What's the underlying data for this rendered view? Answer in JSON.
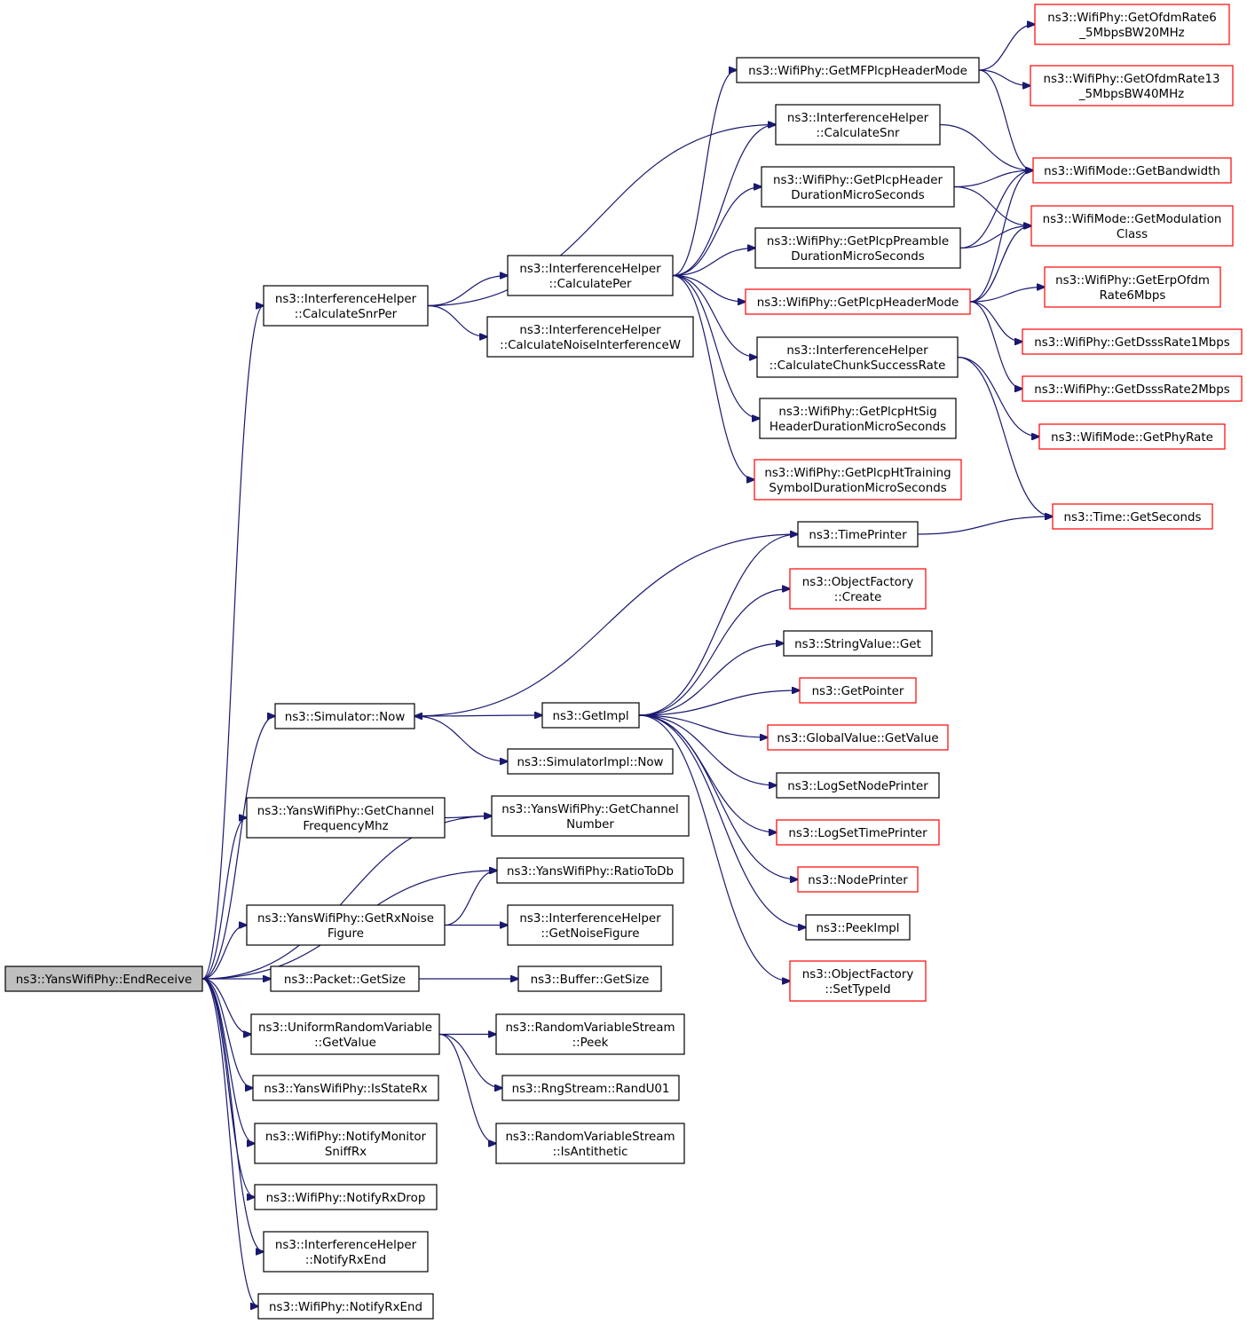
{
  "graph": {
    "title": "Call graph of ns3::YansWifiPhy::EndReceive",
    "colors": {
      "edge": "#191970",
      "node_border": "#000000",
      "truncated_node_border": "#ff0000",
      "root_fill": "#bfbfbf",
      "node_fill": "#ffffff"
    },
    "nodes": [
      {
        "id": "endReceive",
        "lines": [
          "ns3::YansWifiPhy::EndReceive"
        ],
        "style": "root"
      },
      {
        "id": "calcSnrPer",
        "lines": [
          "ns3::InterferenceHelper",
          "::CalculateSnrPer"
        ],
        "style": "normal"
      },
      {
        "id": "calcPer",
        "lines": [
          "ns3::InterferenceHelper",
          "::CalculatePer"
        ],
        "style": "normal"
      },
      {
        "id": "calcNoiseIntW",
        "lines": [
          "ns3::InterferenceHelper",
          "::CalculateNoiseInterferenceW"
        ],
        "style": "normal"
      },
      {
        "id": "getMFPlcp",
        "lines": [
          "ns3::WifiPhy::GetMFPlcpHeaderMode"
        ],
        "style": "normal"
      },
      {
        "id": "calcSnr",
        "lines": [
          "ns3::InterferenceHelper",
          "::CalculateSnr"
        ],
        "style": "normal"
      },
      {
        "id": "getPlcpHeaderDur",
        "lines": [
          "ns3::WifiPhy::GetPlcpHeader",
          "DurationMicroSeconds"
        ],
        "style": "normal"
      },
      {
        "id": "getPlcpPreambleDur",
        "lines": [
          "ns3::WifiPhy::GetPlcpPreamble",
          "DurationMicroSeconds"
        ],
        "style": "normal"
      },
      {
        "id": "getPlcpHeaderMode",
        "lines": [
          "ns3::WifiPhy::GetPlcpHeaderMode"
        ],
        "style": "truncated"
      },
      {
        "id": "calcChunk",
        "lines": [
          "ns3::InterferenceHelper",
          "::CalculateChunkSuccessRate"
        ],
        "style": "normal"
      },
      {
        "id": "getHtSig",
        "lines": [
          "ns3::WifiPhy::GetPlcpHtSig",
          "HeaderDurationMicroSeconds"
        ],
        "style": "normal"
      },
      {
        "id": "getHtTraining",
        "lines": [
          "ns3::WifiPhy::GetPlcpHtTraining",
          "SymbolDurationMicroSeconds"
        ],
        "style": "truncated"
      },
      {
        "id": "ofdm6_5",
        "lines": [
          "ns3::WifiPhy::GetOfdmRate6",
          "_5MbpsBW20MHz"
        ],
        "style": "truncated"
      },
      {
        "id": "ofdm13_5",
        "lines": [
          "ns3::WifiPhy::GetOfdmRate13",
          "_5MbpsBW40MHz"
        ],
        "style": "truncated"
      },
      {
        "id": "getBandwidth",
        "lines": [
          "ns3::WifiMode::GetBandwidth"
        ],
        "style": "truncated"
      },
      {
        "id": "getModClass",
        "lines": [
          "ns3::WifiMode::GetModulation",
          "Class"
        ],
        "style": "truncated"
      },
      {
        "id": "erpOfdm6",
        "lines": [
          "ns3::WifiPhy::GetErpOfdm",
          "Rate6Mbps"
        ],
        "style": "truncated"
      },
      {
        "id": "dsss1",
        "lines": [
          "ns3::WifiPhy::GetDsssRate1Mbps"
        ],
        "style": "truncated"
      },
      {
        "id": "dsss2",
        "lines": [
          "ns3::WifiPhy::GetDsssRate2Mbps"
        ],
        "style": "truncated"
      },
      {
        "id": "getPhyRate",
        "lines": [
          "ns3::WifiMode::GetPhyRate"
        ],
        "style": "truncated"
      },
      {
        "id": "timeGetSeconds",
        "lines": [
          "ns3::Time::GetSeconds"
        ],
        "style": "truncated"
      },
      {
        "id": "timePrinter",
        "lines": [
          "ns3::TimePrinter"
        ],
        "style": "normal"
      },
      {
        "id": "objFactoryCreate",
        "lines": [
          "ns3::ObjectFactory",
          "::Create"
        ],
        "style": "truncated"
      },
      {
        "id": "stringValueGet",
        "lines": [
          "ns3::StringValue::Get"
        ],
        "style": "normal"
      },
      {
        "id": "getPointer",
        "lines": [
          "ns3::GetPointer"
        ],
        "style": "truncated"
      },
      {
        "id": "simNow",
        "lines": [
          "ns3::Simulator::Now"
        ],
        "style": "normal"
      },
      {
        "id": "getImpl",
        "lines": [
          "ns3::GetImpl"
        ],
        "style": "normal"
      },
      {
        "id": "globalValueGet",
        "lines": [
          "ns3::GlobalValue::GetValue"
        ],
        "style": "truncated"
      },
      {
        "id": "simImplNow",
        "lines": [
          "ns3::SimulatorImpl::Now"
        ],
        "style": "normal"
      },
      {
        "id": "logSetNodePrinter",
        "lines": [
          "ns3::LogSetNodePrinter"
        ],
        "style": "normal"
      },
      {
        "id": "getChanFreq",
        "lines": [
          "ns3::YansWifiPhy::GetChannel",
          "FrequencyMhz"
        ],
        "style": "normal"
      },
      {
        "id": "getChanNum",
        "lines": [
          "ns3::YansWifiPhy::GetChannel",
          "Number"
        ],
        "style": "normal"
      },
      {
        "id": "logSetTimePrinter",
        "lines": [
          "ns3::LogSetTimePrinter"
        ],
        "style": "truncated"
      },
      {
        "id": "ratioToDb",
        "lines": [
          "ns3::YansWifiPhy::RatioToDb"
        ],
        "style": "normal"
      },
      {
        "id": "nodePrinter",
        "lines": [
          "ns3::NodePrinter"
        ],
        "style": "truncated"
      },
      {
        "id": "getRxNoise",
        "lines": [
          "ns3::YansWifiPhy::GetRxNoise",
          "Figure"
        ],
        "style": "normal"
      },
      {
        "id": "getNoiseFigure",
        "lines": [
          "ns3::InterferenceHelper",
          "::GetNoiseFigure"
        ],
        "style": "normal"
      },
      {
        "id": "peekImpl",
        "lines": [
          "ns3::PeekImpl"
        ],
        "style": "normal"
      },
      {
        "id": "packetGetSize",
        "lines": [
          "ns3::Packet::GetSize"
        ],
        "style": "normal"
      },
      {
        "id": "bufferGetSize",
        "lines": [
          "ns3::Buffer::GetSize"
        ],
        "style": "normal"
      },
      {
        "id": "objFactorySetTypeId",
        "lines": [
          "ns3::ObjectFactory",
          "::SetTypeId"
        ],
        "style": "truncated"
      },
      {
        "id": "uniformGetValue",
        "lines": [
          "ns3::UniformRandomVariable",
          "::GetValue"
        ],
        "style": "normal"
      },
      {
        "id": "rvsPeek",
        "lines": [
          "ns3::RandomVariableStream",
          "::Peek"
        ],
        "style": "normal"
      },
      {
        "id": "isStateRx",
        "lines": [
          "ns3::YansWifiPhy::IsStateRx"
        ],
        "style": "normal"
      },
      {
        "id": "randU01",
        "lines": [
          "ns3::RngStream::RandU01"
        ],
        "style": "normal"
      },
      {
        "id": "notifyMonitor",
        "lines": [
          "ns3::WifiPhy::NotifyMonitor",
          "SniffRx"
        ],
        "style": "normal"
      },
      {
        "id": "isAntithetic",
        "lines": [
          "ns3::RandomVariableStream",
          "::IsAntithetic"
        ],
        "style": "normal"
      },
      {
        "id": "notifyRxDrop",
        "lines": [
          "ns3::WifiPhy::NotifyRxDrop"
        ],
        "style": "normal"
      },
      {
        "id": "ihNotifyRxEnd",
        "lines": [
          "ns3::InterferenceHelper",
          "::NotifyRxEnd"
        ],
        "style": "normal"
      },
      {
        "id": "wpNotifyRxEnd",
        "lines": [
          "ns3::WifiPhy::NotifyRxEnd"
        ],
        "style": "normal"
      }
    ],
    "edges": [
      [
        "endReceive",
        "calcSnrPer"
      ],
      [
        "endReceive",
        "simNow"
      ],
      [
        "endReceive",
        "getChanNum"
      ],
      [
        "endReceive",
        "getChanFreq"
      ],
      [
        "endReceive",
        "ratioToDb"
      ],
      [
        "endReceive",
        "getRxNoise"
      ],
      [
        "endReceive",
        "packetGetSize"
      ],
      [
        "endReceive",
        "uniformGetValue"
      ],
      [
        "endReceive",
        "isStateRx"
      ],
      [
        "endReceive",
        "notifyMonitor"
      ],
      [
        "endReceive",
        "notifyRxDrop"
      ],
      [
        "endReceive",
        "ihNotifyRxEnd"
      ],
      [
        "endReceive",
        "wpNotifyRxEnd"
      ],
      [
        "calcSnrPer",
        "calcPer"
      ],
      [
        "calcSnrPer",
        "calcNoiseIntW"
      ],
      [
        "calcSnrPer",
        "calcSnr"
      ],
      [
        "calcPer",
        "getMFPlcp"
      ],
      [
        "calcPer",
        "calcSnr"
      ],
      [
        "calcPer",
        "getPlcpHeaderDur"
      ],
      [
        "calcPer",
        "getPlcpPreambleDur"
      ],
      [
        "calcPer",
        "getPlcpHeaderMode"
      ],
      [
        "calcPer",
        "calcChunk"
      ],
      [
        "calcPer",
        "getHtSig"
      ],
      [
        "calcPer",
        "getHtTraining"
      ],
      [
        "getMFPlcp",
        "ofdm6_5"
      ],
      [
        "getMFPlcp",
        "ofdm13_5"
      ],
      [
        "getMFPlcp",
        "getBandwidth"
      ],
      [
        "calcSnr",
        "getBandwidth"
      ],
      [
        "getPlcpHeaderDur",
        "getBandwidth"
      ],
      [
        "getPlcpHeaderDur",
        "getModClass"
      ],
      [
        "getPlcpPreambleDur",
        "getBandwidth"
      ],
      [
        "getPlcpPreambleDur",
        "getModClass"
      ],
      [
        "getPlcpHeaderMode",
        "getBandwidth"
      ],
      [
        "getPlcpHeaderMode",
        "getModClass"
      ],
      [
        "getPlcpHeaderMode",
        "erpOfdm6"
      ],
      [
        "getPlcpHeaderMode",
        "dsss1"
      ],
      [
        "getPlcpHeaderMode",
        "dsss2"
      ],
      [
        "calcChunk",
        "getPhyRate"
      ],
      [
        "calcChunk",
        "timeGetSeconds"
      ],
      [
        "timePrinter",
        "timeGetSeconds"
      ],
      [
        "timePrinter",
        "simNow"
      ],
      [
        "simNow",
        "getImpl"
      ],
      [
        "simNow",
        "simImplNow"
      ],
      [
        "getImpl",
        "timePrinter"
      ],
      [
        "getImpl",
        "objFactoryCreate"
      ],
      [
        "getImpl",
        "stringValueGet"
      ],
      [
        "getImpl",
        "getPointer"
      ],
      [
        "getImpl",
        "globalValueGet"
      ],
      [
        "getImpl",
        "logSetNodePrinter"
      ],
      [
        "getImpl",
        "logSetTimePrinter"
      ],
      [
        "getImpl",
        "nodePrinter"
      ],
      [
        "getImpl",
        "peekImpl"
      ],
      [
        "getImpl",
        "objFactorySetTypeId"
      ],
      [
        "getChanFreq",
        "getChanNum"
      ],
      [
        "getRxNoise",
        "ratioToDb"
      ],
      [
        "getRxNoise",
        "getNoiseFigure"
      ],
      [
        "packetGetSize",
        "bufferGetSize"
      ],
      [
        "uniformGetValue",
        "rvsPeek"
      ],
      [
        "uniformGetValue",
        "randU01"
      ],
      [
        "uniformGetValue",
        "isAntithetic"
      ]
    ]
  }
}
